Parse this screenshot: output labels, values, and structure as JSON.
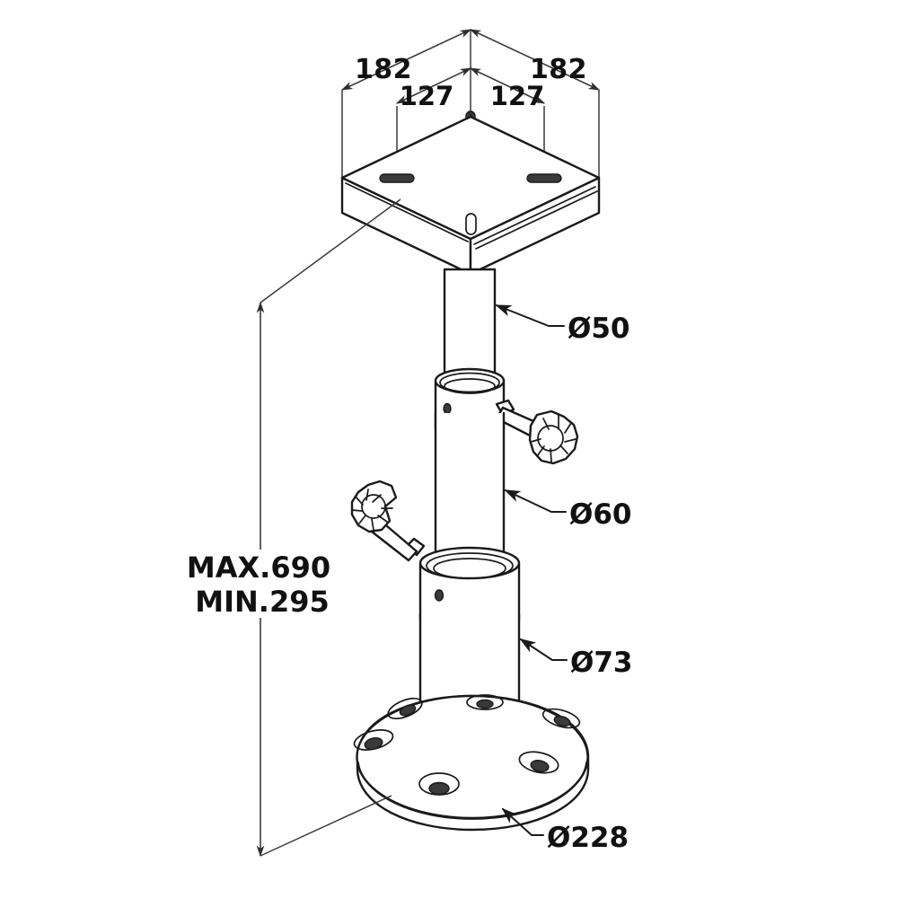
{
  "drawing": {
    "type": "technical-isometric-drawing",
    "subject": "adjustable-pedestal-table-leg",
    "background_color": "#ffffff",
    "line_color": "#1a1a1a",
    "dimension_color": "#3b3b3b"
  },
  "dimensions": {
    "top_plate": {
      "outer_left": "182",
      "outer_right": "182",
      "inner_left": "127",
      "inner_right": "127",
      "units_note": ""
    },
    "height_range": {
      "max_label": "MAX.690",
      "min_label": "MIN.295"
    }
  },
  "callouts": [
    {
      "id": "upper-tube",
      "label": "Ø50",
      "target": "upper-tube-right-edge"
    },
    {
      "id": "mid-tube",
      "label": "Ø60",
      "target": "mid-tube-right-edge"
    },
    {
      "id": "lower-tube",
      "label": "Ø73",
      "target": "lower-tube-right-edge"
    },
    {
      "id": "base-flange",
      "label": "Ø228",
      "target": "base-flange-edge"
    }
  ],
  "components": {
    "top_plate": {
      "name": "square mounting plate",
      "slot_count": 3,
      "icon": "square-plate-icon"
    },
    "upper_collar": {
      "name": "upper clamp collar",
      "knob": "clamp-knob-right",
      "icon": "collar-icon"
    },
    "lower_collar": {
      "name": "lower clamp collar",
      "knob": "clamp-knob-left",
      "icon": "collar-icon"
    },
    "base_flange": {
      "name": "round base flange",
      "bolt_hole_count": 6,
      "icon": "round-flange-icon"
    }
  }
}
